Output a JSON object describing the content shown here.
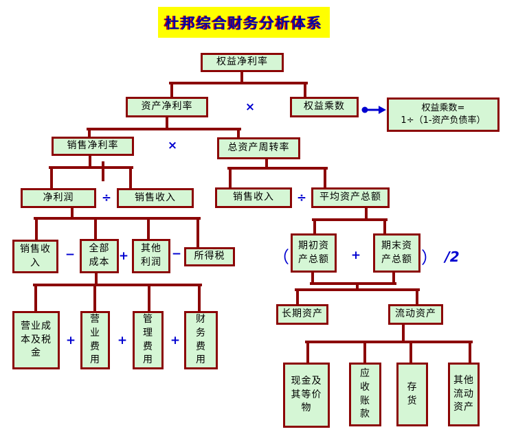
{
  "title": "杜邦综合财务分析体系",
  "colors": {
    "line": "#8b0404",
    "box_fill": "#d5f6d5",
    "box_border": "#8b0404",
    "operator_blue": "#0000d0",
    "title_bg": "#ffff00",
    "title_text": "#0000a8"
  },
  "nodes": {
    "roe": "权益净利率",
    "roa": "资产净利率",
    "equity_multiplier": "权益乘数",
    "equity_multiplier_note": "权益乘数=\n1÷（1-资产负债率）",
    "net_profit_margin": "销售净利率",
    "total_asset_turnover": "总资产周转率",
    "net_profit": "净利润",
    "sales_revenue_left": "销售收入",
    "sales_revenue_right": "销售收入",
    "avg_total_assets": "平均资产总额",
    "sales_revenue_detail": "销售收\n入",
    "total_cost": "全部\n成本",
    "other_profit": "其他\n利润",
    "income_tax": "所得税",
    "beginning_assets": "期初资\n产总额",
    "ending_assets": "期末资\n产总额",
    "operating_cost_and_tax": "营业成\n本及税\n金",
    "operating_expense": "营\n业\n费\n用",
    "admin_expense": "管\n理\n费\n用",
    "financial_expense": "财\n务\n费\n用",
    "long_term_assets": "长期资产",
    "current_assets": "流动资产",
    "cash_and_equivalents": "现金及\n其等价\n物",
    "accounts_receivable": "应\n收\n账\n款",
    "inventory": "存\n货",
    "other_current_assets": "其他\n流动\n资产"
  },
  "ops": {
    "multiply": "×",
    "divide": "÷",
    "plus": "+",
    "minus": "−",
    "paren_open": "（",
    "paren_close": "）",
    "divide_by_two": "/2"
  },
  "icons": {
    "connector_arrow": "dot-right-arrow"
  }
}
